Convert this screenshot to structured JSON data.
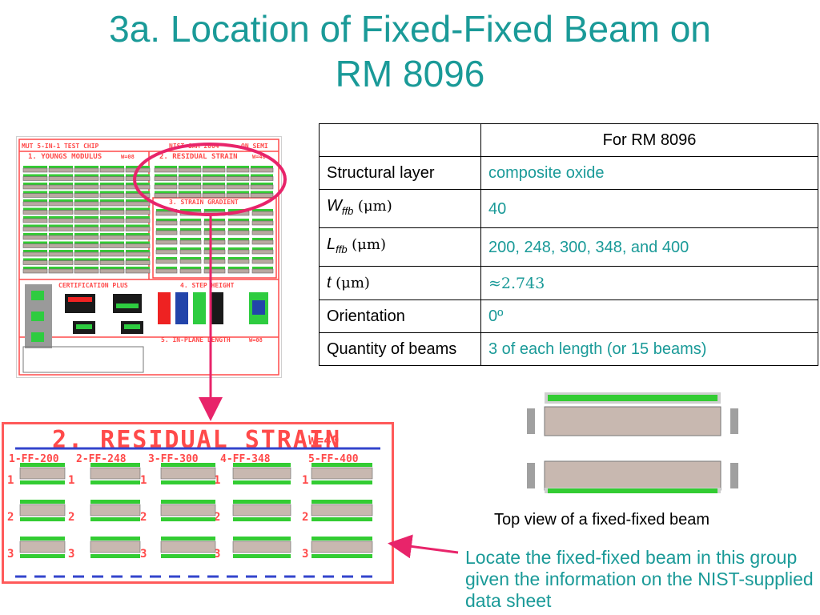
{
  "slide": {
    "title_line1": "3a.  Location of Fixed-Fixed Beam on",
    "title_line2": "RM 8096"
  },
  "table": {
    "header": "For RM 8096",
    "rows": [
      {
        "label": "Structural layer",
        "value": "composite oxide"
      },
      {
        "label_sym": "W",
        "label_sub": "ffb",
        "label_unit": "(μm)",
        "value": "40"
      },
      {
        "label_sym": "L",
        "label_sub": "ffb",
        "label_unit": "(μm)",
        "value": "200, 248, 300, 348, and 400"
      },
      {
        "label_sym": "t",
        "label_unit": "(μm)",
        "value": "≈2.743"
      },
      {
        "label": "Orientation",
        "value": "0º"
      },
      {
        "label": "Quantity of beams",
        "value": "3 of each length (or 15 beams)"
      }
    ]
  },
  "chip": {
    "header_left": "MUT 5-IN-1 TEST CHIP",
    "header_mid": "NIST SAM 2004",
    "header_right": "ON SEMI",
    "sec1": "1. YOUNGS MODULUS",
    "sec1_w": "W=08",
    "sec2": "2. RESIDUAL STRAIN",
    "sec2_w": "W=40",
    "sec3": "3. STRAIN GRADIENT",
    "sec_cert": "CERTIFICATION PLUS",
    "sec4": "4. STEP HEIGHT",
    "sec5": "5. IN-PLANE LENGTH",
    "sec5_w": "W=08"
  },
  "detail": {
    "title": "2. RESIDUAL STRAIN",
    "w_label": "W=40",
    "columns": [
      "1-FF-200",
      "2-FF-248",
      "3-FF-300",
      "4-FF-348",
      "5-FF-400"
    ],
    "rows": [
      "1",
      "2",
      "3"
    ]
  },
  "beam_caption": "Top view of a fixed-fixed beam",
  "locate_text": "Locate the fixed-fixed beam in this group given the information on the NIST-supplied data sheet",
  "colors": {
    "title": "#1a9a98",
    "chip_red": "#ff4a4a",
    "beam_green": "#33cc33",
    "beam_body": "#c8b8b0",
    "pointer": "#e8246a"
  }
}
